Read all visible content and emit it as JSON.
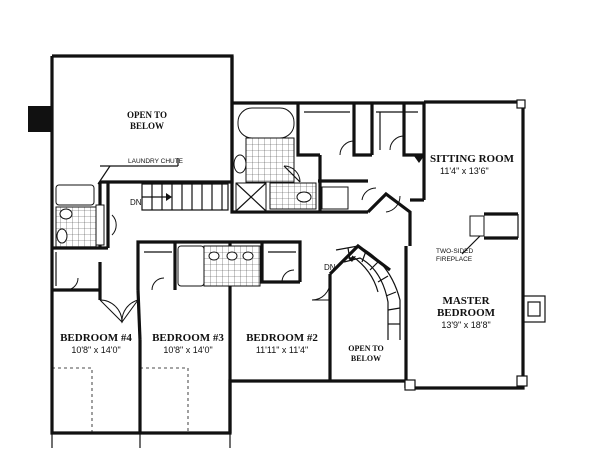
{
  "plan": {
    "rooms": [
      {
        "id": "sitting-room",
        "name": "SITTING ROOM",
        "dims": "11'4\" x 13'6\""
      },
      {
        "id": "master-bedroom",
        "name_line1": "MASTER",
        "name_line2": "BEDROOM",
        "dims": "13'9\" x 18'8\""
      },
      {
        "id": "bedroom-4",
        "name": "BEDROOM #4",
        "dims": "10'8\" x 14'0\""
      },
      {
        "id": "bedroom-3",
        "name": "BEDROOM #3",
        "dims": "10'8\" x 14'0\""
      },
      {
        "id": "bedroom-2",
        "name": "BEDROOM #2",
        "dims": "11'11\" x 11'4\""
      }
    ],
    "open_to_below_main": {
      "line1": "OPEN TO",
      "line2": "BELOW"
    },
    "open_to_below_stair": {
      "line1": "OPEN TO",
      "line2": "BELOW"
    },
    "laundry_chute": "LAUNDRY CHUTE",
    "fireplace": {
      "line1": "TWO-SIDED",
      "line2": "FIREPLACE"
    },
    "stair_left": "DN",
    "stair_right": "DN"
  }
}
